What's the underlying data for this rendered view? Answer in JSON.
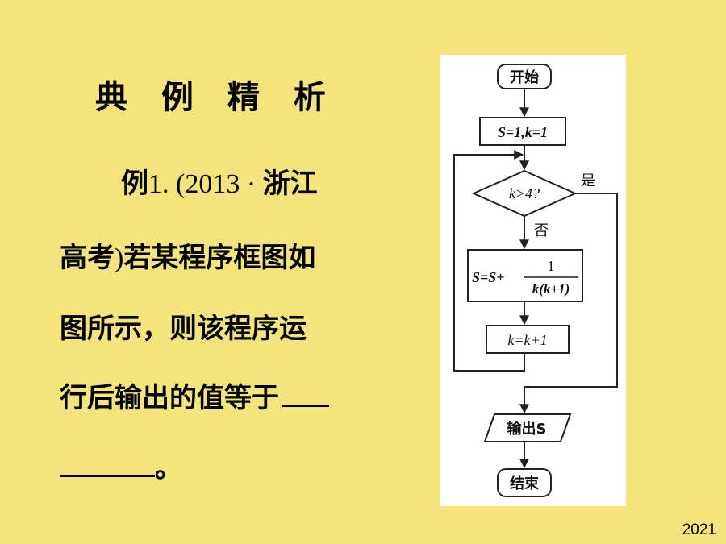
{
  "slide": {
    "title": "典 例 精 析",
    "problem": {
      "line1_prefix": "例",
      "line1_number": "1.  (2013 · ",
      "line1_suffix": "浙江",
      "line2_prefix": "高考",
      "line2_paren": ")",
      "line2_suffix": "若某程序框图如",
      "line3": "图所示，则该程序运",
      "line4": "行后输出的值等于",
      "line5_end": "。"
    },
    "page_number": "2021"
  },
  "flowchart": {
    "start": "开始",
    "init": "S=1,k=1",
    "decision": "k>4?",
    "yes_label": "是",
    "no_label": "否",
    "assign_prefix": "S=S+",
    "assign_num": "1",
    "assign_den": "k(k+1)",
    "increment": "k=k+1",
    "output": "输出S",
    "end": "结束"
  }
}
